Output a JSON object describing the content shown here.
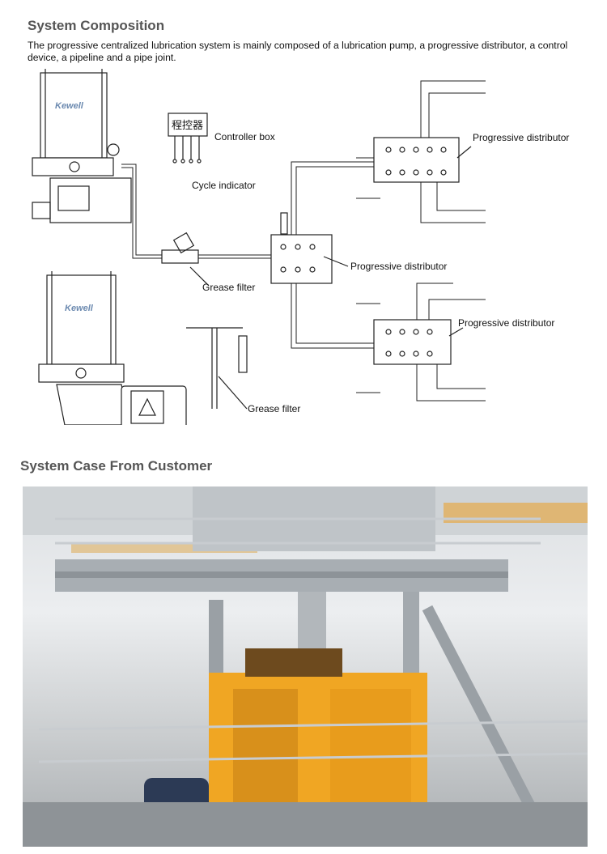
{
  "section1": {
    "title": "System Composition",
    "description": "The progressive centralized lubrication system is mainly composed of a lubrication pump, a progressive distributor, a control device, a pipeline and a pipe joint."
  },
  "diagram": {
    "brand_top": "Kewell",
    "brand_bottom": "Kewell",
    "controller_chinese": "程控器",
    "labels": {
      "controller_box": "Controller box",
      "cycle_indicator": "Cycle indicator",
      "grease_filter_1": "Grease filter",
      "grease_filter_2": "Grease filter",
      "distributor_top": "Progressive distributor",
      "distributor_middle": "Progressive distributor",
      "distributor_bottom": "Progressive distributor"
    }
  },
  "section2": {
    "title": "System Case From Customer"
  },
  "colors": {
    "heading": "#555555",
    "mixer": "#f0a623",
    "steel": "#b9bec2"
  }
}
